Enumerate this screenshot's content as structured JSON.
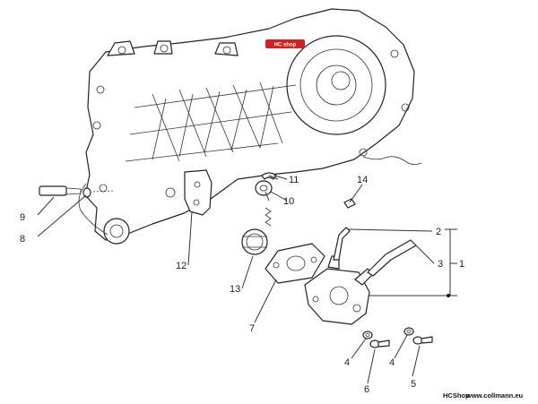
{
  "logo": {
    "text": "HC shop",
    "color": "#d32020"
  },
  "footer": {
    "shop": "HCShop",
    "site": "www.collmann.eu"
  },
  "callouts": {
    "c1": "1",
    "c2": "2",
    "c3": "3",
    "c4a": "4",
    "c4b": "4",
    "c5": "5",
    "c6": "6",
    "c7": "7",
    "c8": "8",
    "c9": "9",
    "c10": "10",
    "c11": "11",
    "c12": "12",
    "c13": "13",
    "c14": "14"
  }
}
